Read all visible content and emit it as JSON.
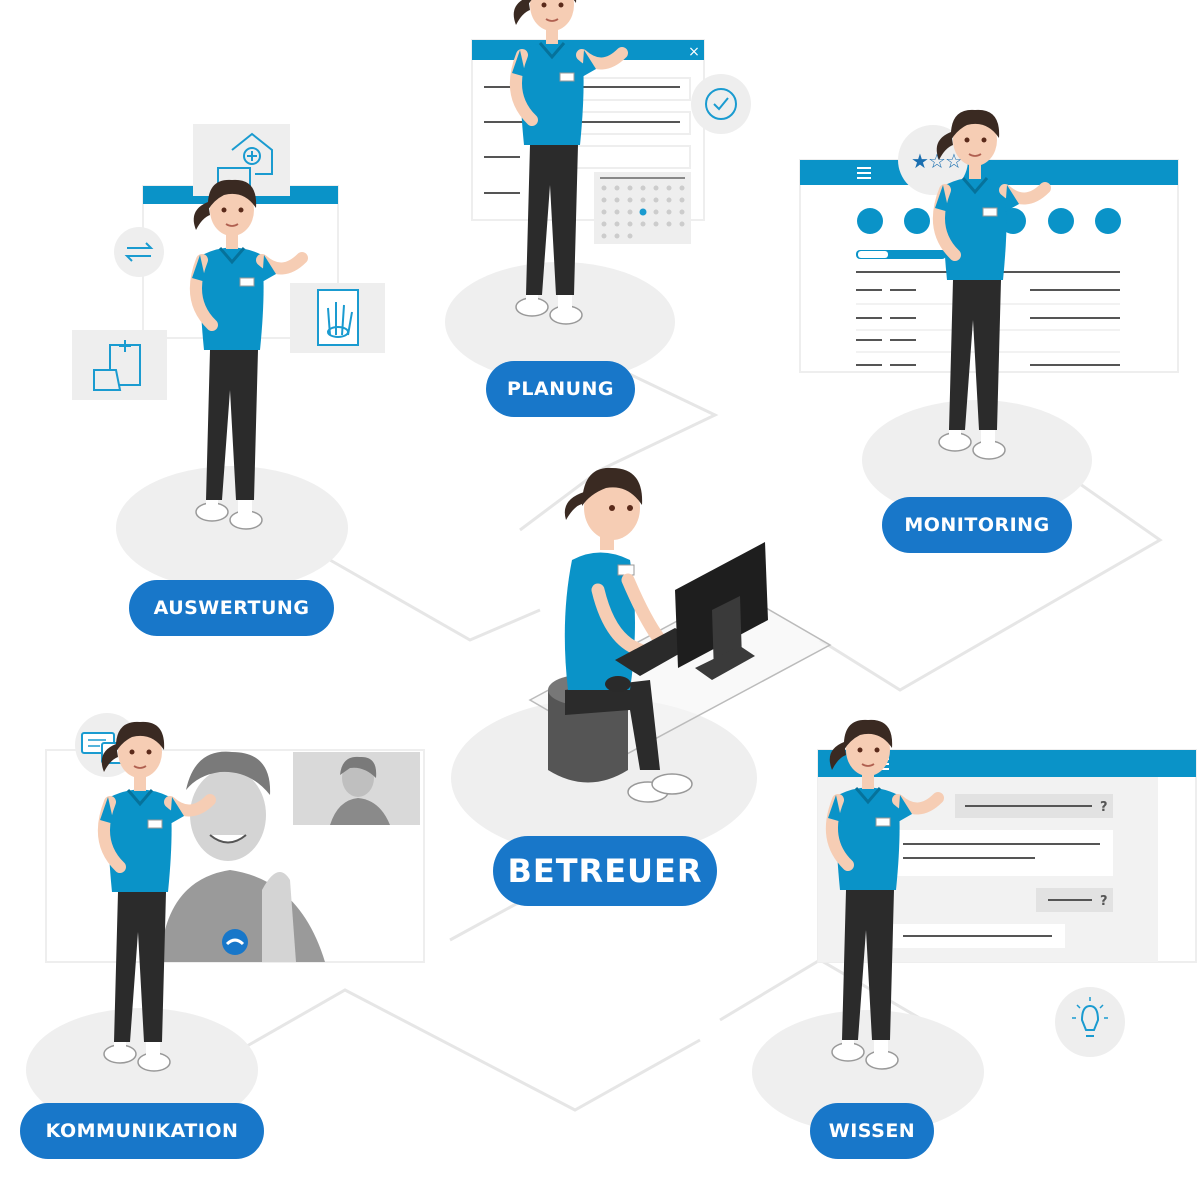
{
  "colors": {
    "accent": "#1877c9",
    "window_bar": "#0a93c8",
    "shirt": "#0a93c8",
    "pants": "#2b2b2b",
    "platform": "#efefef",
    "panel": "#f2f2f2",
    "line": "#555555",
    "icon_stroke": "#1a9bd0"
  },
  "labels": {
    "center": "BETREUER",
    "planung": "PLANUNG",
    "auswertung": "AUSWERTUNG",
    "monitoring": "MONITORING",
    "kommunikation": "KOMMUNIKATION",
    "wissen": "WISSEN"
  },
  "window": {
    "close_glyph": "×",
    "menu_glyph": "≡",
    "question_glyph": "?"
  },
  "rating": {
    "value": 1,
    "max": 3
  },
  "icons": [
    "house-folder-medical-icon",
    "hospital-folder-icon",
    "sync-arrows-icon",
    "xray-hand-icon",
    "checkmark-circle-icon",
    "calendar-icon",
    "star-rating-icon",
    "chat-bubbles-icon",
    "hangup-phone-icon",
    "lightbulb-icon",
    "hamburger-menu-icon",
    "computer-monitor-icon"
  ]
}
